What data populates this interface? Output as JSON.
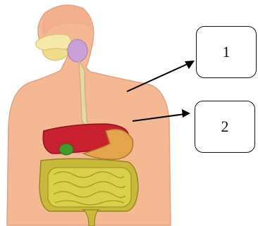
{
  "labels": [
    {
      "id": "1",
      "text": "1"
    },
    {
      "id": "2",
      "text": "2"
    }
  ],
  "colors": {
    "skin": "#f4b892",
    "skin_shadow": "#e8a07a",
    "esophagus": "#ead7a8",
    "liver": "#c8202e",
    "stomach": "#e3a44a",
    "gallbladder": "#3f9a2e",
    "small_intestine": "#d9d04a",
    "large_intestine": "#c8b93a",
    "salivary": "#c9a0d8",
    "tongue_teeth": "#f3e9a8"
  }
}
